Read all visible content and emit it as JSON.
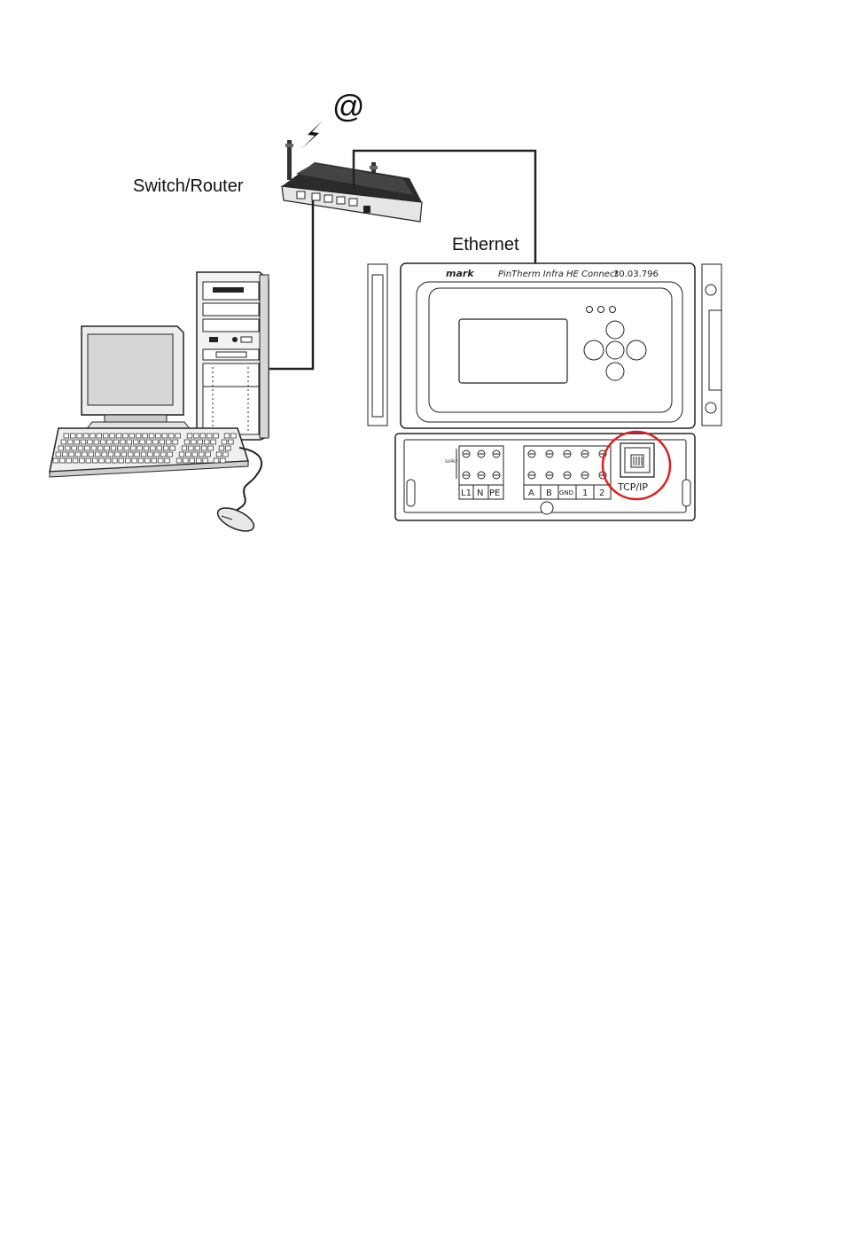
{
  "labels": {
    "internet": "@",
    "router": "Switch/Router",
    "cable": "Ethernet"
  },
  "controller": {
    "brand": "mark",
    "model": "PinTherm Infra HE Connect",
    "article": "30.03.796",
    "supply_label": "SUPPLY 1AC",
    "terminals_power": [
      "L1",
      "N",
      "PE"
    ],
    "terminals_bus": [
      "A",
      "B",
      "GND",
      "1",
      "2"
    ],
    "port_label": "TCP/IP"
  },
  "colors": {
    "highlight": "#e11d1d",
    "line": "#222222"
  }
}
